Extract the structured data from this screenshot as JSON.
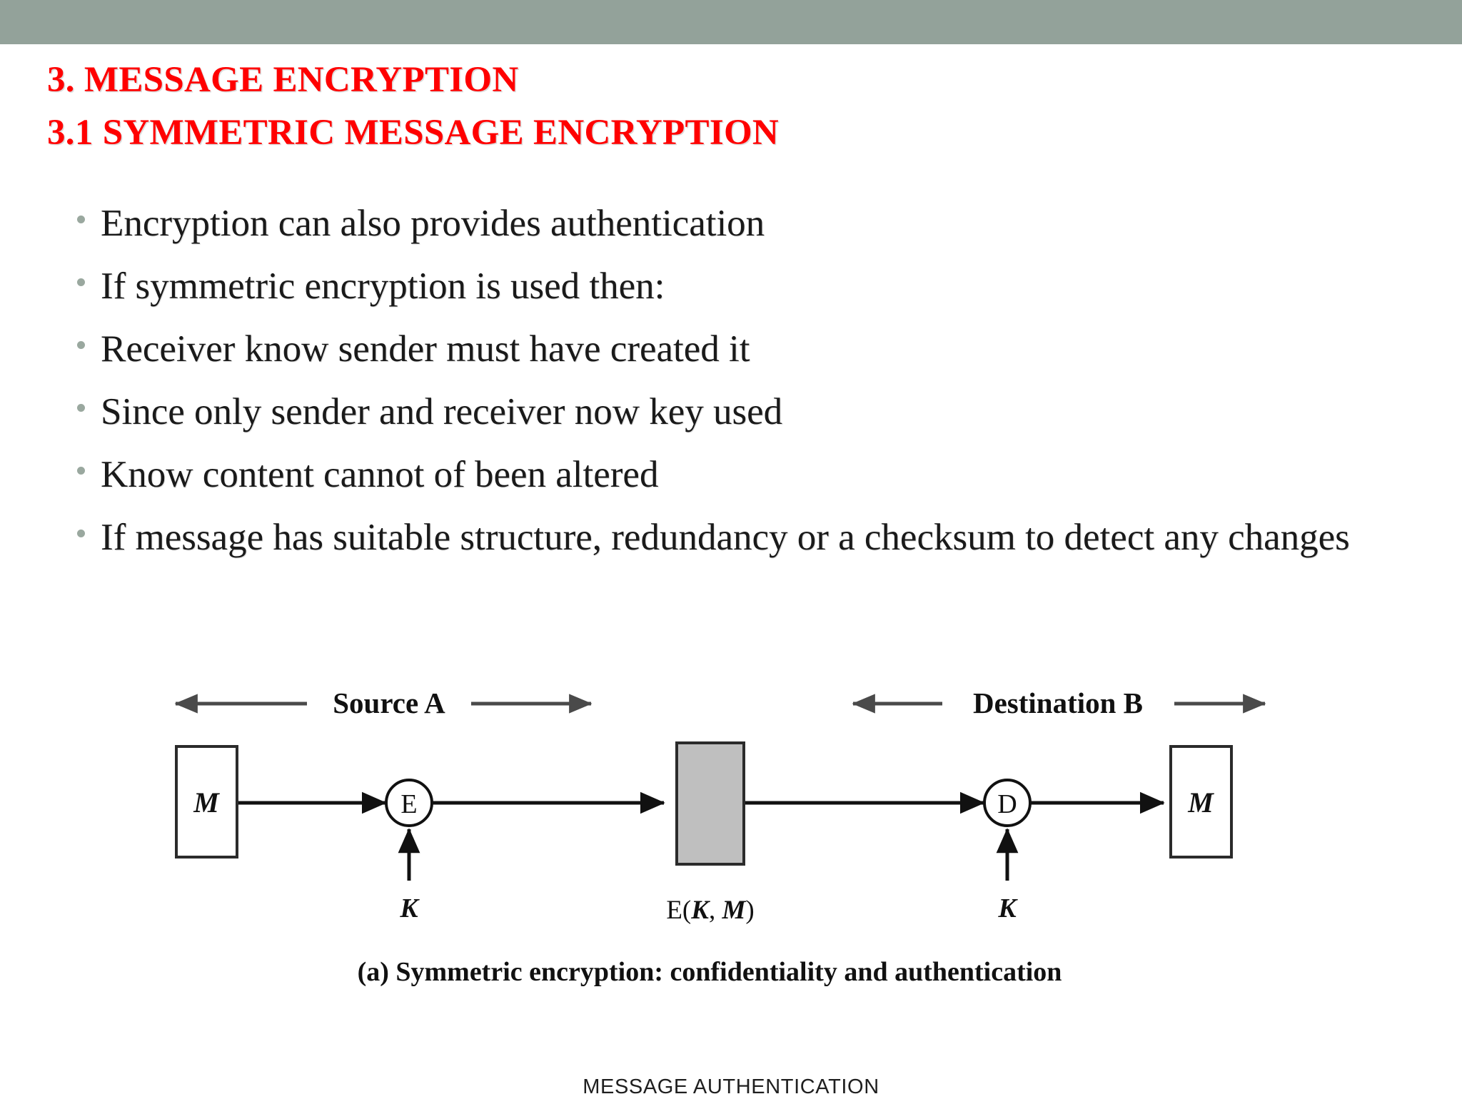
{
  "theme": {
    "band_color": "#93a29a",
    "title_color": "#ff0000",
    "bullet_dot_color": "#9aa89f",
    "body_text_color": "#1a1a1a",
    "cipher_box_fill": "#bfbfbf",
    "background": "#ffffff"
  },
  "titles": {
    "line1": "3. MESSAGE ENCRYPTION",
    "line2": "3.1 SYMMETRIC MESSAGE ENCRYPTION"
  },
  "bullets": [
    {
      "text": "Encryption can also provides authentication"
    },
    {
      "text": "If symmetric encryption is used then:"
    },
    {
      "text": "Receiver know sender must have created it"
    },
    {
      "text": "Since only sender and receiver now key used"
    },
    {
      "text": "Know content cannot of been altered"
    },
    {
      "text": "If message has suitable structure, redundancy or a checksum to detect any changes"
    }
  ],
  "figure": {
    "source_label": "Source A",
    "destination_label": "Destination B",
    "plaintext_in_label": "M",
    "plaintext_out_label": "M",
    "encrypt_node_label": "E",
    "decrypt_node_label": "D",
    "key_in_label": "K",
    "key_out_label": "K",
    "ciphertext_label": "E(K, M)",
    "caption": "(a) Symmetric encryption: confidentiality and authentication"
  },
  "footer": {
    "text": "MESSAGE AUTHENTICATION"
  }
}
